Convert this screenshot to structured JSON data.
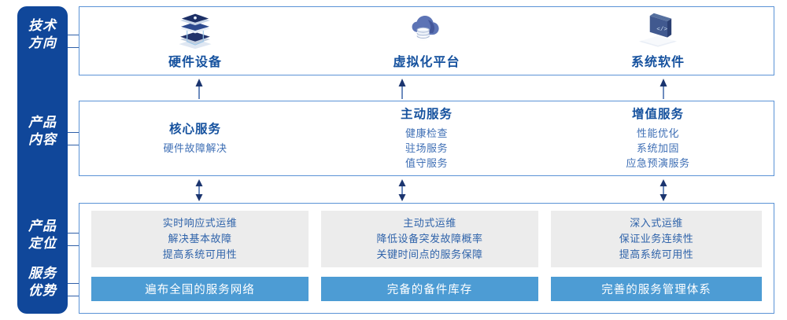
{
  "meta": {
    "accent_dark_blue": "#10479a",
    "accent_blue": "#15519e",
    "panel_border": "#5b93d6",
    "card_gray": "#ececec",
    "bar_blue": "#4d9cd4"
  },
  "rail": {
    "rows": [
      {
        "key": "tech-direction",
        "label": "技术\n方向"
      },
      {
        "key": "product-content",
        "label": "产品\n内容"
      },
      {
        "key": "product-position",
        "label": "产品\n定位"
      },
      {
        "key": "service-advantage",
        "label": "服务\n优势"
      }
    ]
  },
  "tech_row": {
    "items": [
      {
        "label": "硬件设备",
        "icon": "server-stack-icon"
      },
      {
        "label": "虚拟化平台",
        "icon": "cloud-database-icon"
      },
      {
        "label": "系统软件",
        "icon": "laptop-code-icon"
      }
    ]
  },
  "content_row": {
    "items": [
      {
        "title": "核心服务",
        "lines": [
          "硬件故障解决"
        ]
      },
      {
        "title": "主动服务",
        "lines": [
          "健康检查",
          "驻场服务",
          "值守服务"
        ]
      },
      {
        "title": "增值服务",
        "lines": [
          "性能优化",
          "系统加固",
          "应急预演服务"
        ]
      }
    ]
  },
  "position_row": {
    "items": [
      {
        "lines": [
          "实时响应式运维",
          "解决基本故障",
          "提高系统可用性"
        ]
      },
      {
        "lines": [
          "主动式运维",
          "降低设备突发故障概率",
          "关键时间点的服务保障"
        ]
      },
      {
        "lines": [
          "深入式运维",
          "保证业务连续性",
          "提高系统可用性"
        ]
      }
    ]
  },
  "advantage_row": {
    "items": [
      {
        "label": "遍布全国的服务网络"
      },
      {
        "label": "完备的备件库存"
      },
      {
        "label": "完善的服务管理体系"
      }
    ]
  },
  "arrows": {
    "up_arrows": [
      {
        "name": "arrow-up-hardware"
      },
      {
        "name": "arrow-up-virtualization"
      },
      {
        "name": "arrow-up-system-software"
      }
    ],
    "bidirectional_arrows": [
      {
        "name": "arrow-bi-core-service"
      },
      {
        "name": "arrow-bi-proactive-service"
      },
      {
        "name": "arrow-bi-value-added-service"
      }
    ]
  }
}
